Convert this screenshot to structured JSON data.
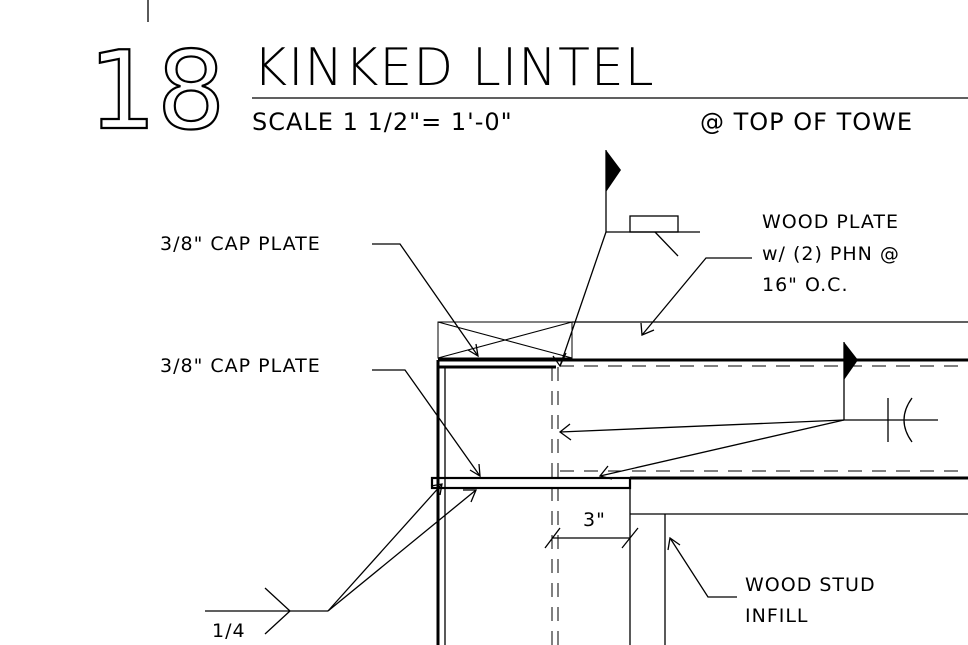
{
  "header": {
    "number": "18",
    "title": "KINKED LINTEL",
    "scale": "SCALE 1 1/2\"= 1'-0\"",
    "location": "@ TOP OF TOWE"
  },
  "callouts": {
    "cap_plate_upper": "3/8\" CAP PLATE",
    "cap_plate_lower": "3/8\" CAP PLATE",
    "wood_plate_line1": "WOOD PLATE",
    "wood_plate_line2": "w/ (2) PHN @",
    "wood_plate_line3": "16\" O.C.",
    "wood_stud_line1": "WOOD STUD",
    "wood_stud_line2": "INFILL",
    "dimension": "3\"",
    "weld_size": "1/4"
  },
  "colors": {
    "ink": "#000000",
    "paper": "#ffffff"
  }
}
